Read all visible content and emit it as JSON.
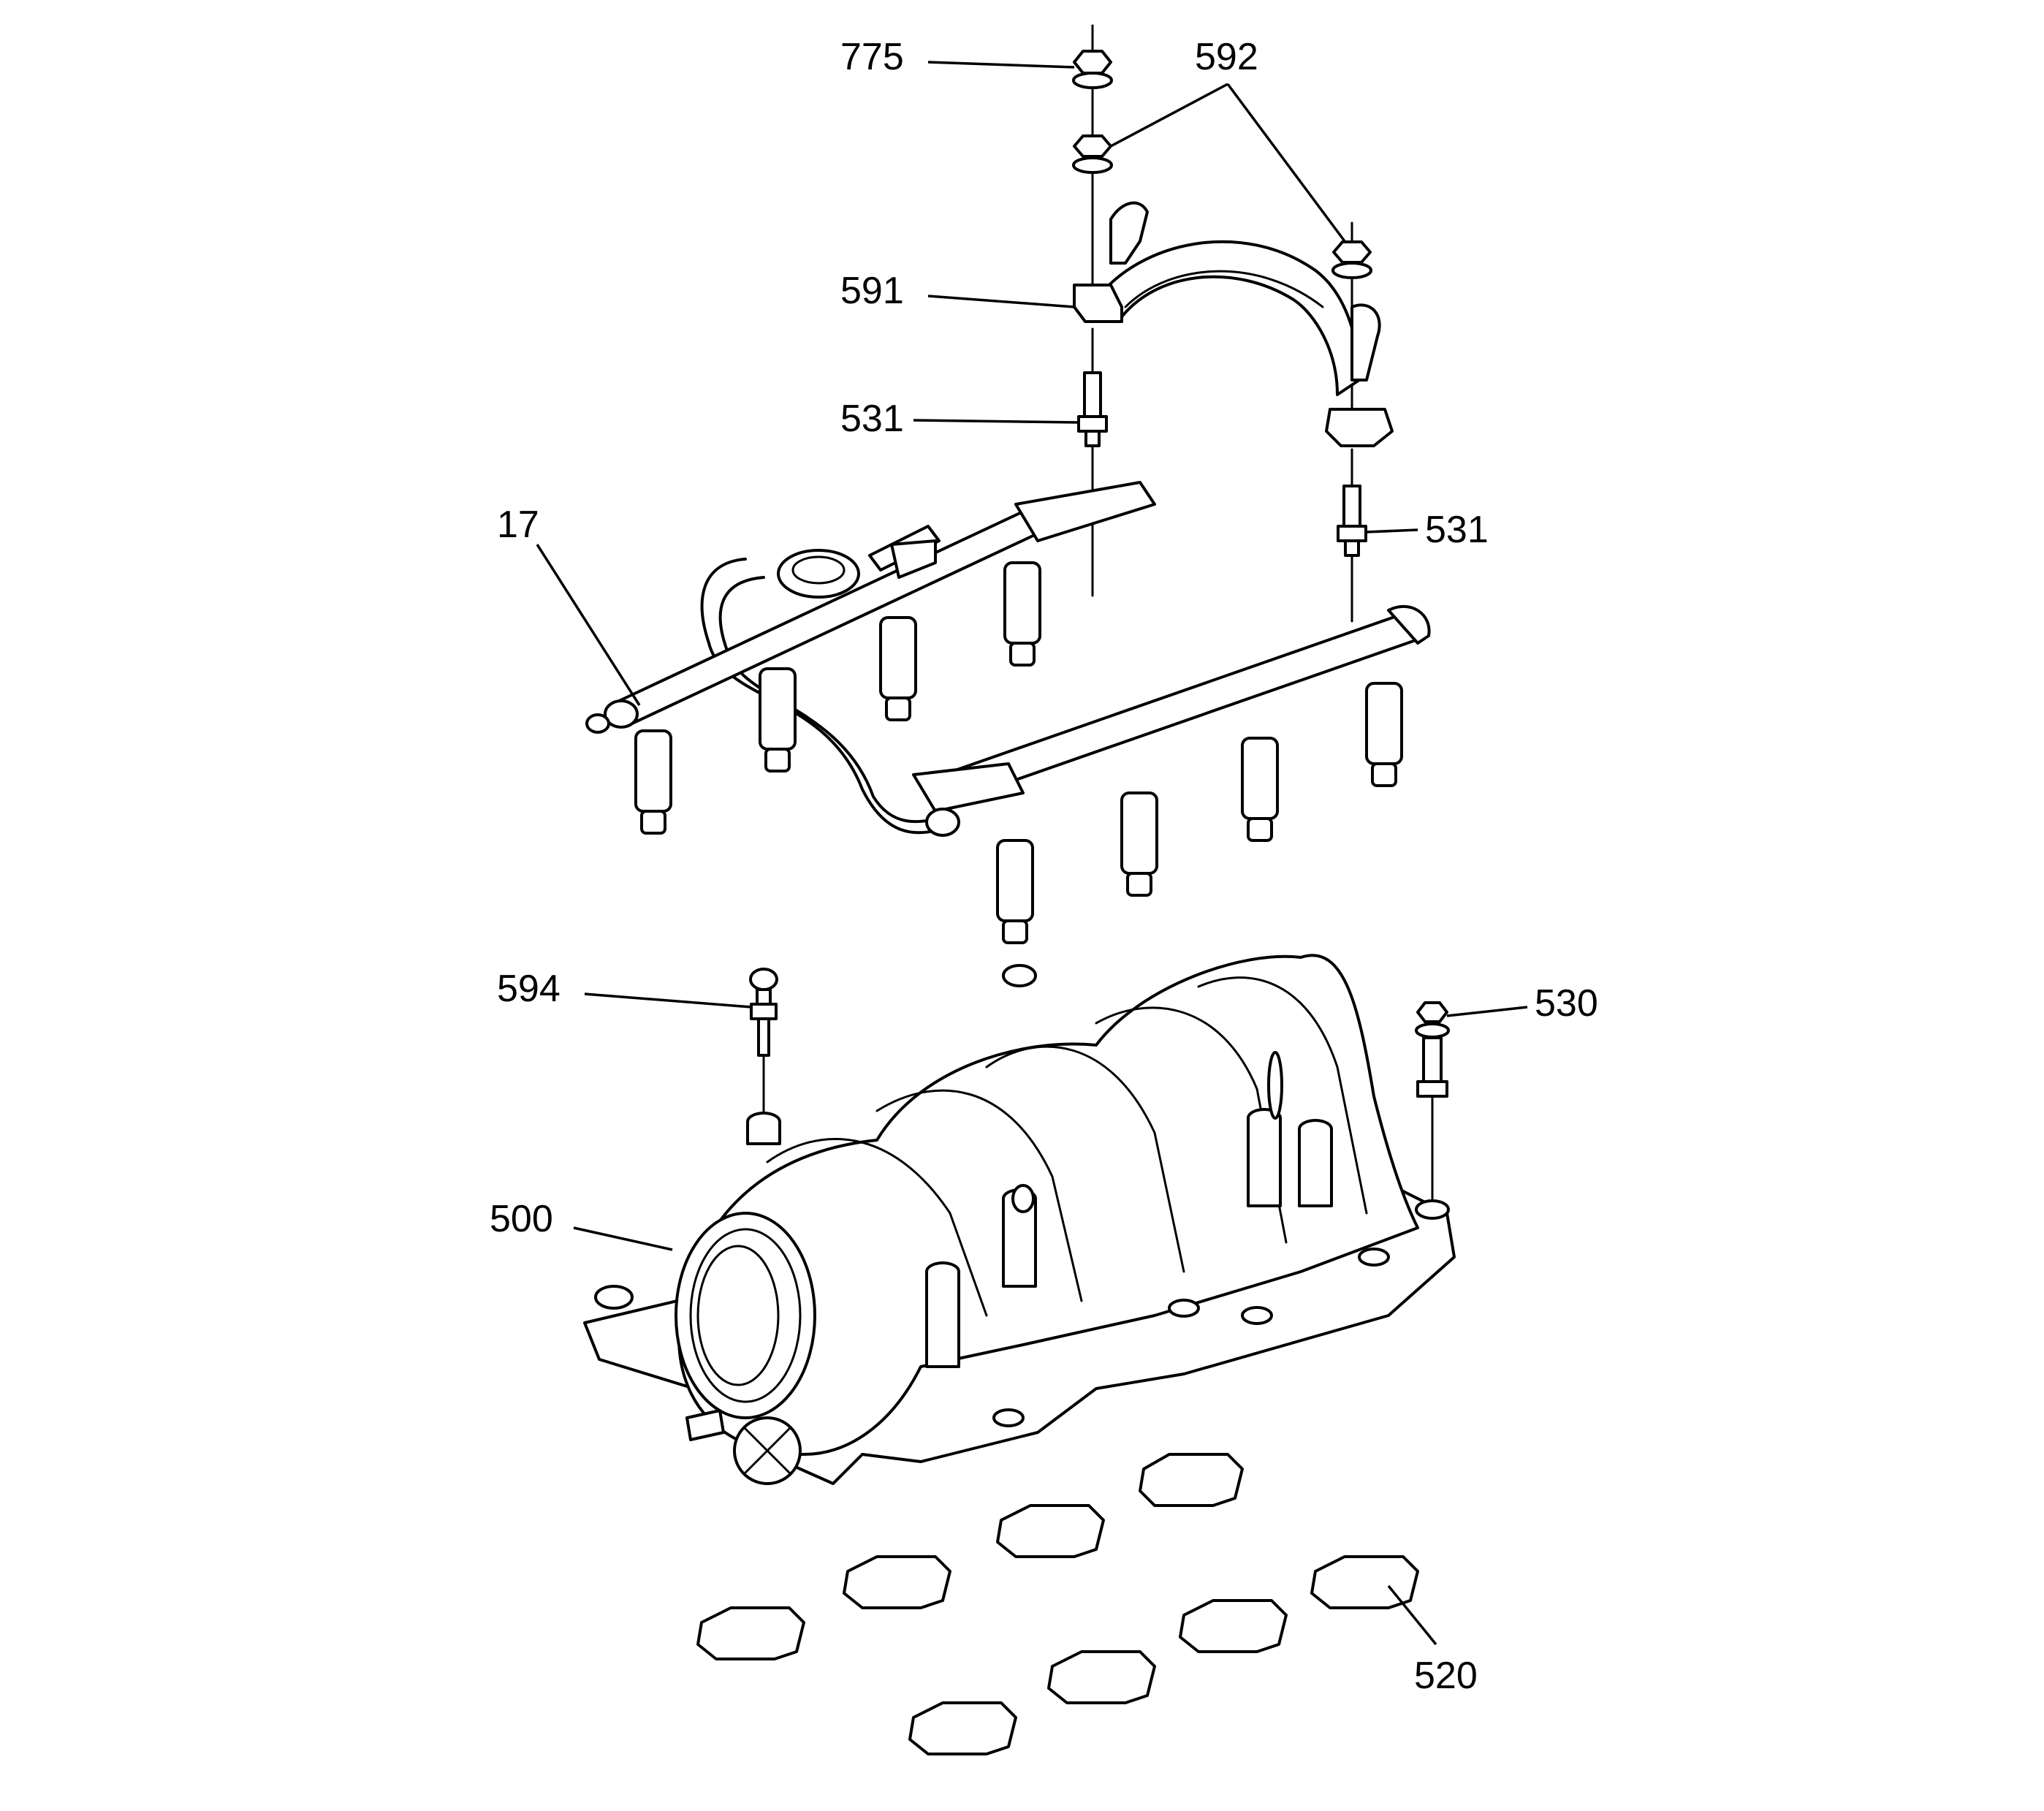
{
  "callouts": {
    "c775": "775",
    "c592": "592",
    "c591": "591",
    "c531_left": "531",
    "c531_right": "531",
    "c17": "17",
    "c594": "594",
    "c530": "530",
    "c500": "500",
    "c520": "520"
  }
}
